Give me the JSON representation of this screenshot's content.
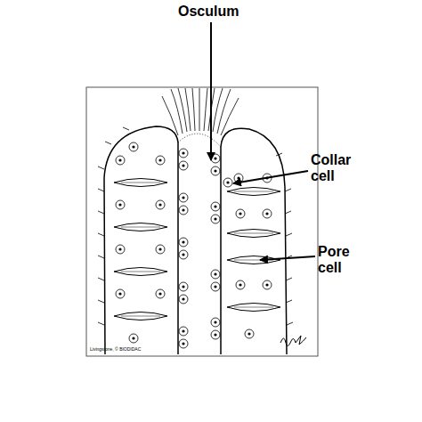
{
  "diagram": {
    "labels": [
      "Osculum",
      "Collar cell",
      "Pore cell",
      "Livingstone, © BIODIDAC"
    ]
  }
}
